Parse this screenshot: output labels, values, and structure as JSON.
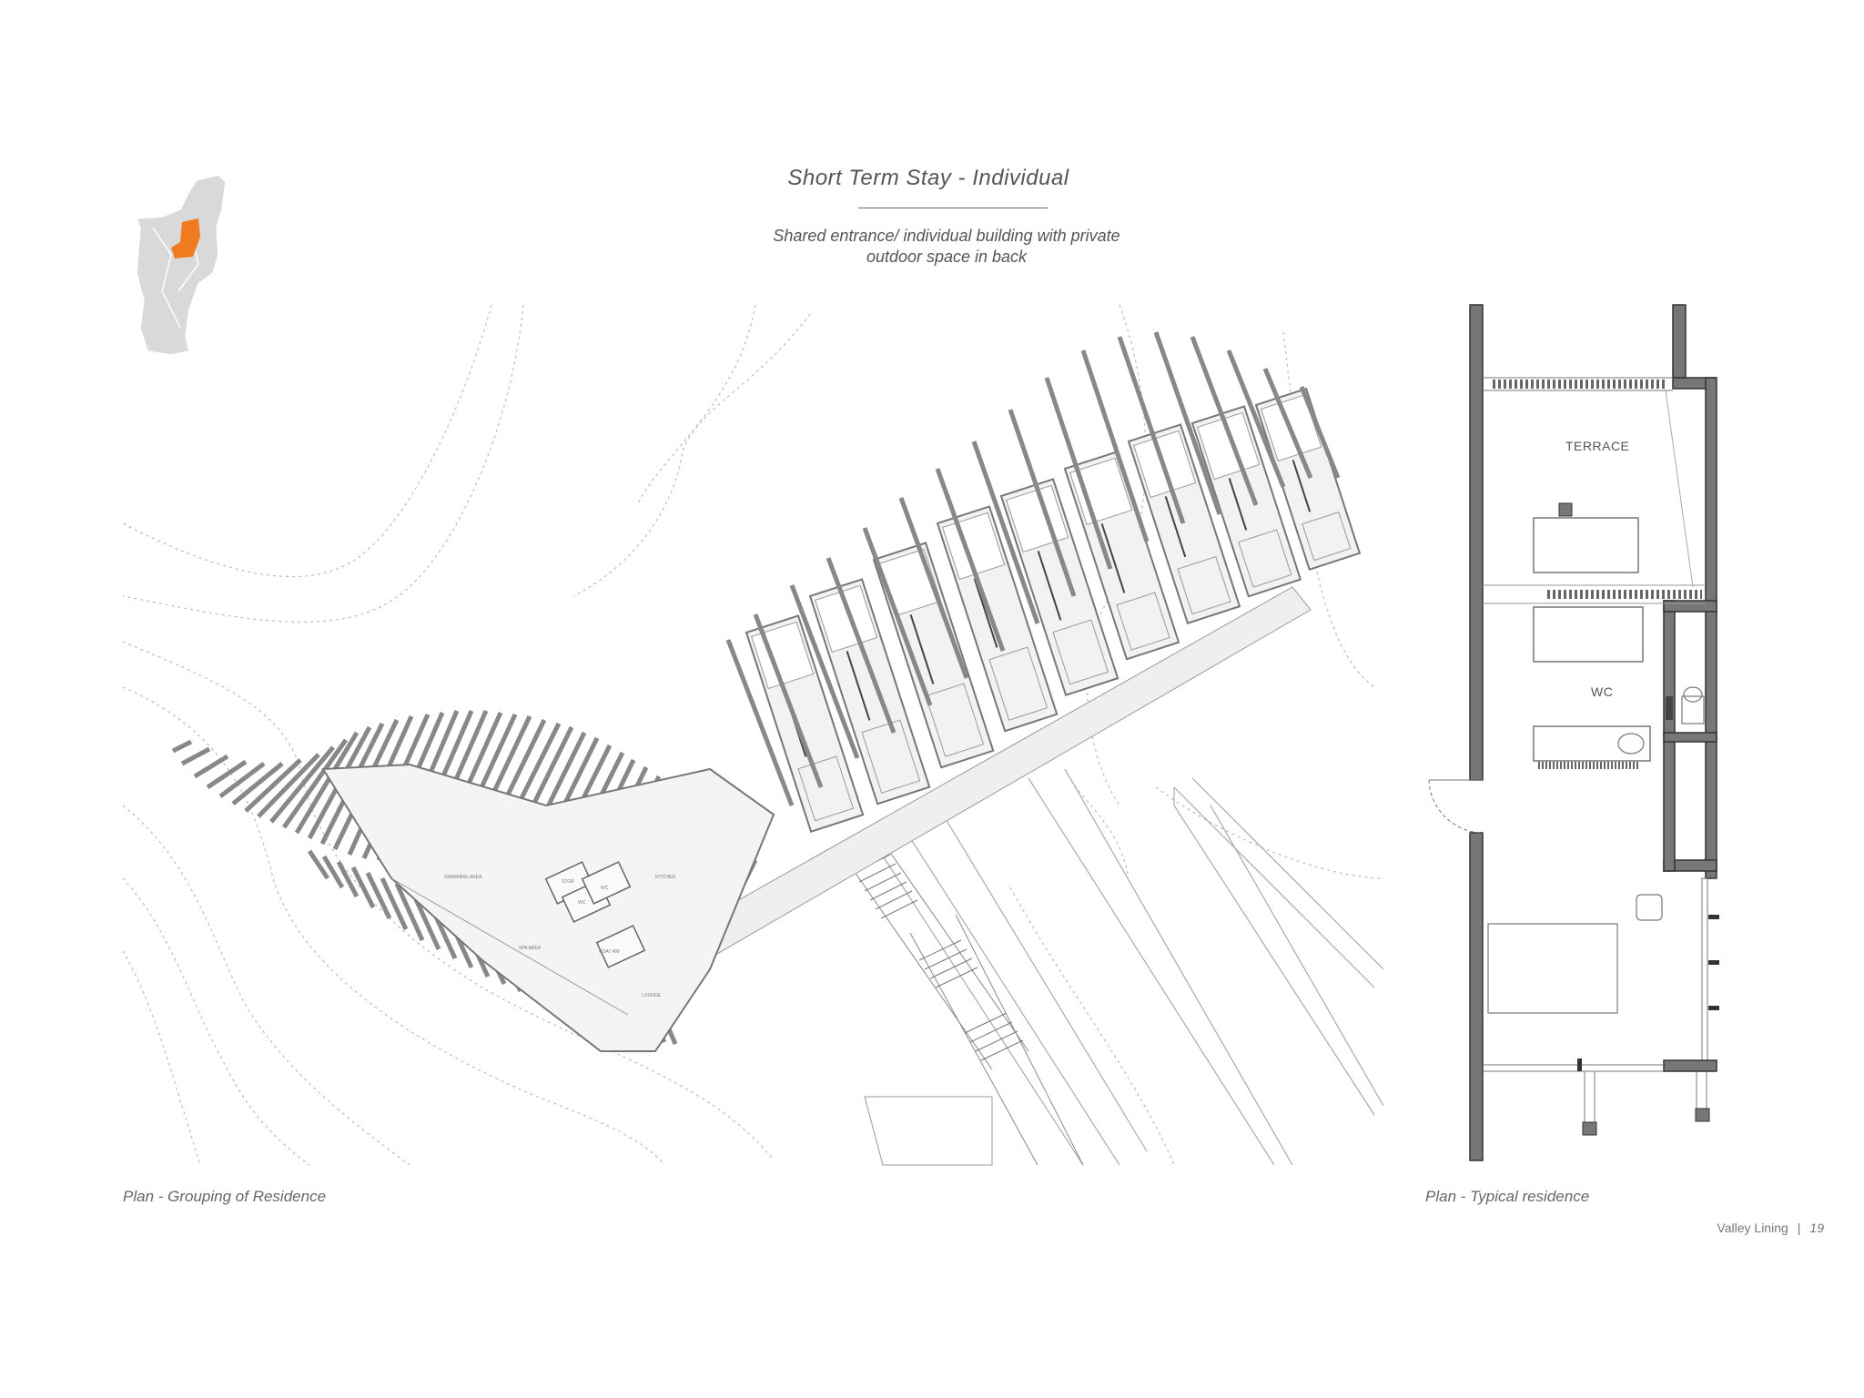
{
  "header": {
    "title": "Short Term Stay - Individual",
    "subtitle_line1": "Shared entrance/ individual building with private",
    "subtitle_line2": "outdoor space in back"
  },
  "plan_group": {
    "caption": "Plan - Grouping of Residence",
    "room_labels": {
      "swimming_area": "SWIMMING AREA",
      "kitchen": "KITCHEN",
      "spa_area": "SPA AREA",
      "lounge": "LOUNGE",
      "coat_rm": "COAT RM",
      "stor": "STOR",
      "wc_a": "WC",
      "wc_b": "WC"
    }
  },
  "plan_unit": {
    "caption": "Plan - Typical residence",
    "room_labels": {
      "terrace": "TERRACE",
      "wc": "WC"
    }
  },
  "footer": {
    "project": "Valley Lining",
    "separator": "|",
    "page_number": "19"
  },
  "colors": {
    "highlight": "#F07A1F",
    "map_gray": "#D9D9D9",
    "wall": "#777777",
    "line": "#999999"
  }
}
